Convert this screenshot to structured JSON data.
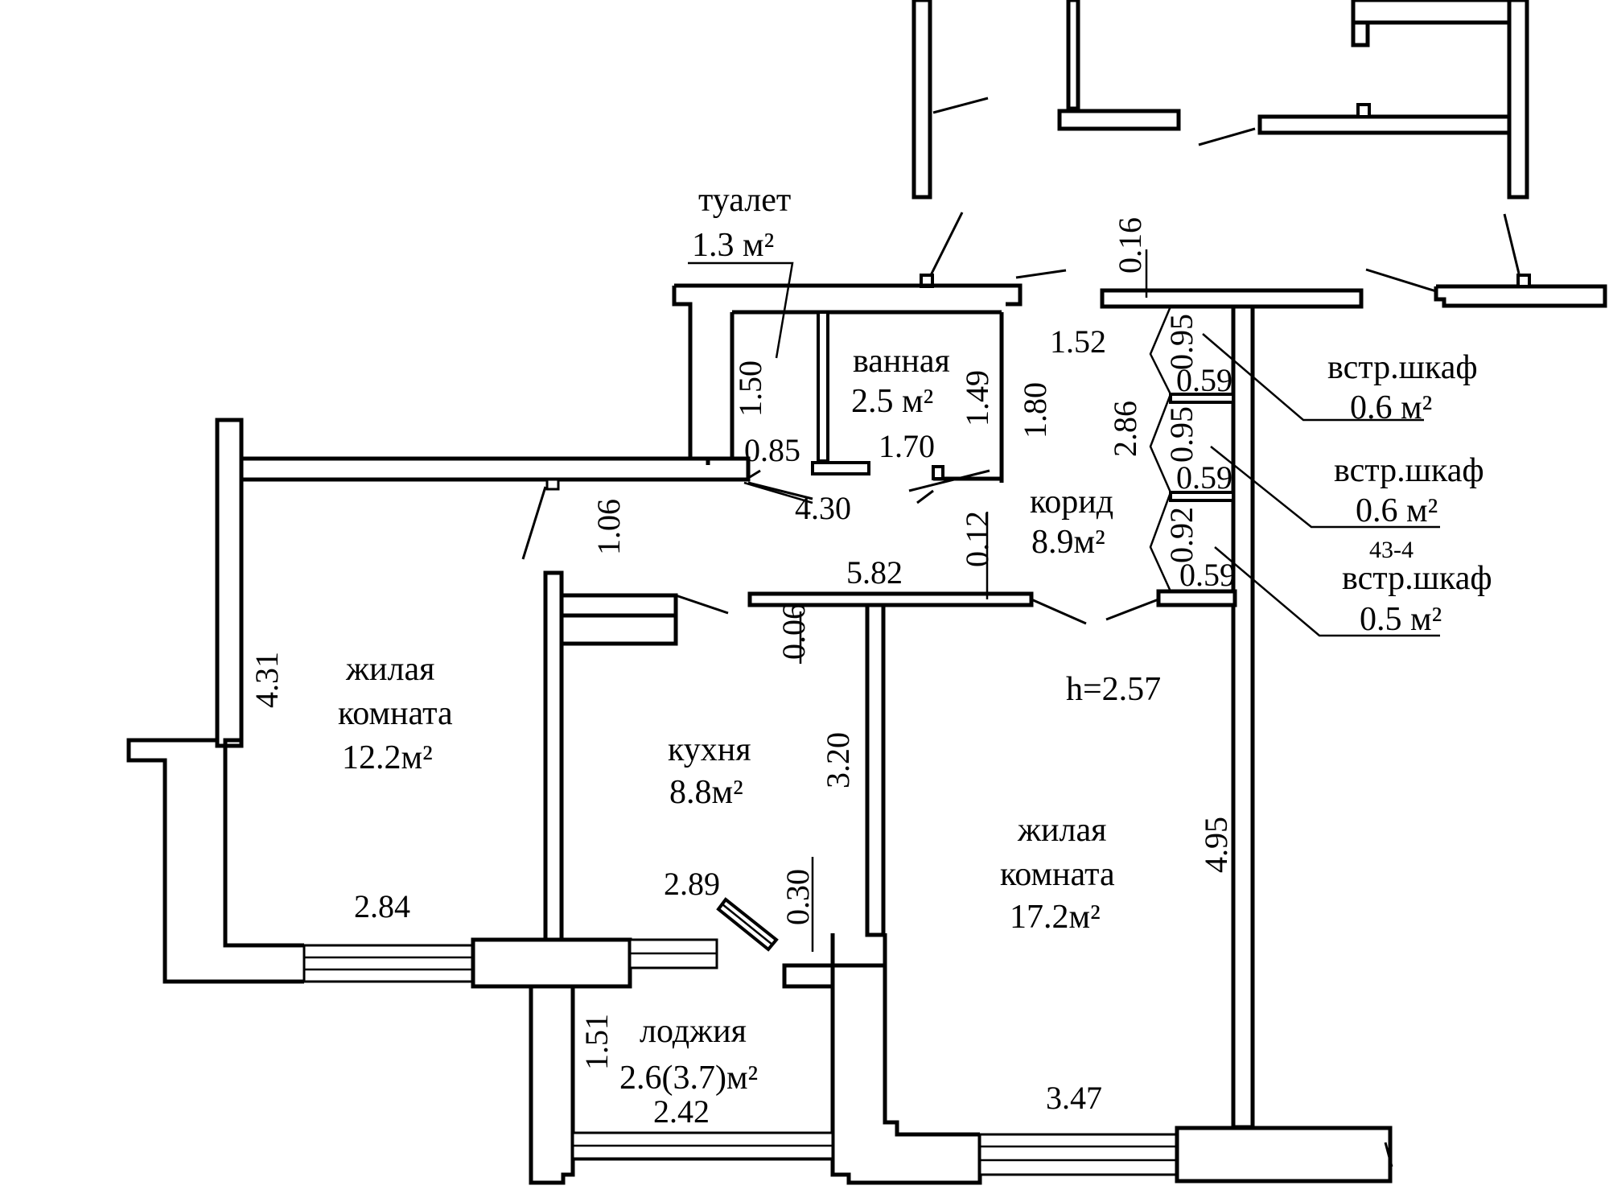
{
  "rooms": {
    "toilet": {
      "name": "туалет",
      "area": "1.3 м²"
    },
    "bath": {
      "name": "ванная",
      "area": "2.5 м²"
    },
    "corridor": {
      "name": "корид",
      "area": "8.9м²"
    },
    "wardrobe1": {
      "name": "встр.шкаф",
      "area": "0.6 м²"
    },
    "wardrobe2": {
      "name": "встр.шкаф",
      "area": "0.6 м²"
    },
    "wardrobe3": {
      "name": "встр.шкаф",
      "area": "0.5 м²"
    },
    "living_left": {
      "name1": "жилая",
      "name2": "комната",
      "area": "12.2м²"
    },
    "kitchen": {
      "name": "кухня",
      "area": "8.8м²"
    },
    "living_right": {
      "name1": "жилая",
      "name2": "комната",
      "area": "17.2м²"
    },
    "loggia": {
      "name": "лоджия",
      "area": "2.6(3.7)м²"
    }
  },
  "ceiling_height": "h=2.57",
  "plan_code": "43-4",
  "dimensions": {
    "d016": "0.16",
    "d152": "1.52",
    "d150": "1.50",
    "d149": "1.49",
    "d180": "1.80",
    "d286": "2.86",
    "d085": "0.85",
    "d170": "1.70",
    "d430": "4.30",
    "d106": "1.06",
    "d582": "5.82",
    "d012": "0.12",
    "d006": "0.06",
    "d431": "4.31",
    "d320": "3.20",
    "d284": "2.84",
    "d289": "2.89",
    "d030": "0.30",
    "d495": "4.95",
    "d151": "1.51",
    "d242": "2.42",
    "d347": "3.47",
    "w095a": "0.95",
    "w059a": "0.59",
    "w095b": "0.95",
    "w059b": "0.59",
    "w092": "0.92",
    "w059c": "0.59"
  }
}
